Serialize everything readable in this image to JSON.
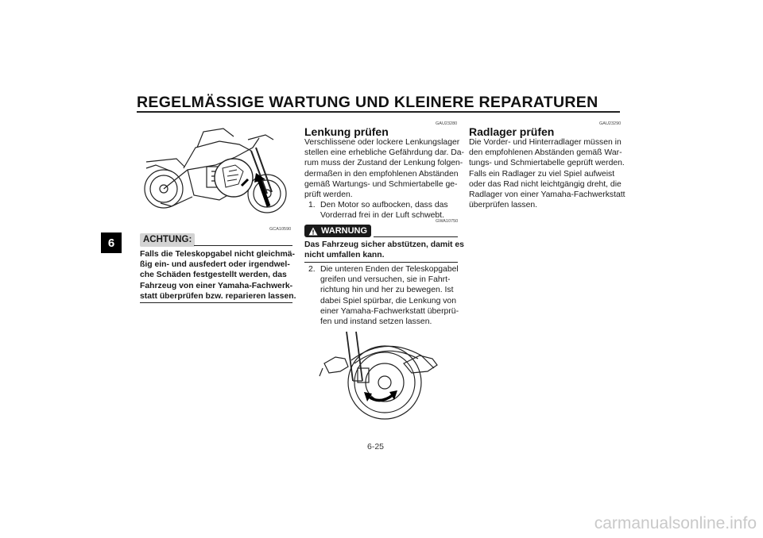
{
  "header": {
    "title": "REGELMÄSSIGE WARTUNG UND KLEINERE REPARATUREN"
  },
  "chapter_tab": "6",
  "page_number": "6-25",
  "left_column": {
    "figure_code": "GCA10590",
    "caution_label": "ACHTUNG:",
    "caution_lines": [
      "Falls die Teleskopgabel nicht gleichmä-",
      "ßig ein- und ausfedert oder irgendwel-",
      "che Schäden festgestellt werden, das",
      "Fahrzeug von einer Yamaha-Fachwerk-",
      "statt überprüfen bzw. reparieren lassen."
    ]
  },
  "middle_column": {
    "ref_code": "GAU23280",
    "heading": "Lenkung prüfen",
    "intro_lines": [
      "Verschlissene oder lockere Lenkungslager",
      "stellen eine erhebliche Gefährdung dar. Da-",
      "rum muss der Zustand der Lenkung folgen-",
      "dermaßen in den empfohlenen Abständen",
      "gemäß Wartungs- und Schmiertabelle ge-",
      "prüft werden."
    ],
    "step1_num": "1.",
    "step1_lines": [
      "Den Motor so aufbocken, dass das",
      "Vorderrad frei in der Luft schwebt."
    ],
    "warning_code": "GWA10750",
    "warning_label": "WARNUNG",
    "warning_lines": [
      "Das Fahrzeug sicher abstützen, damit es",
      "nicht umfallen kann."
    ],
    "step2_num": "2.",
    "step2_lines": [
      "Die unteren Enden der Teleskopgabel",
      "greifen und versuchen, sie in Fahrt-",
      "richtung hin und her zu bewegen. Ist",
      "dabei Spiel spürbar, die Lenkung von",
      "einer Yamaha-Fachwerkstatt überprü-",
      "fen und instand setzen lassen."
    ]
  },
  "right_column": {
    "ref_code": "GAU23290",
    "heading": "Radlager prüfen",
    "body_lines": [
      "Die Vorder- und Hinterradlager müssen in",
      "den empfohlenen Abständen gemäß War-",
      "tungs- und Schmiertabelle geprüft werden.",
      "Falls ein Radlager zu viel Spiel aufweist",
      "oder das Rad nicht leichtgängig dreht, die",
      "Radlager von einer Yamaha-Fachwerkstatt",
      "überprüfen lassen."
    ]
  },
  "watermark": "carmanualsonline.info",
  "icons": {
    "warning": "warning-triangle-icon"
  }
}
